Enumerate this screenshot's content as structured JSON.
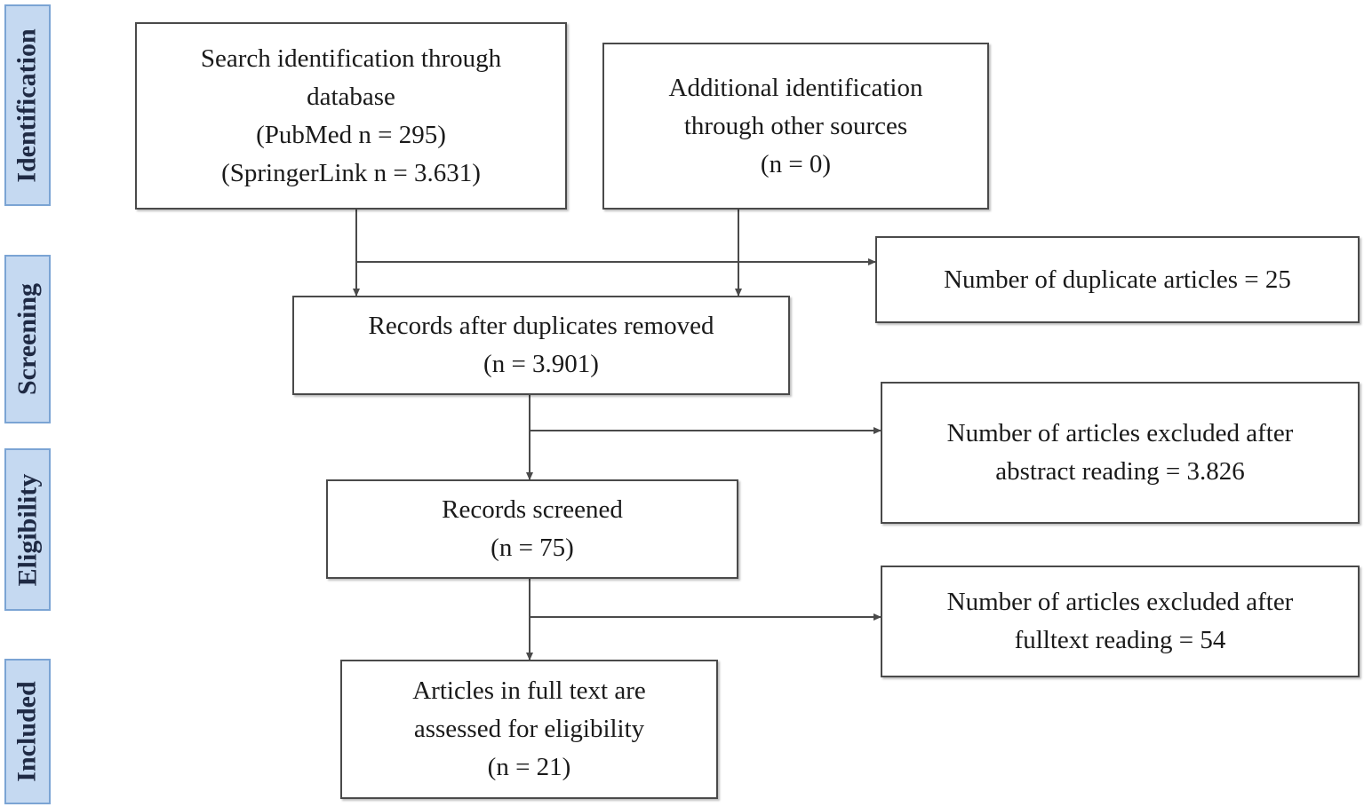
{
  "phases": {
    "identification": "Identification",
    "screening": "Screening",
    "eligibility": "Eligibility",
    "included": "Included"
  },
  "boxes": {
    "database_search": {
      "lines": [
        "Search identification through",
        "database",
        "(PubMed n = 295)",
        "(SpringerLink n = 3.631)"
      ]
    },
    "other_sources": {
      "lines": [
        "Additional identification",
        "through other sources",
        "(n = 0)"
      ]
    },
    "duplicates": {
      "lines": [
        "Number of duplicate articles = 25"
      ]
    },
    "after_duplicates": {
      "lines": [
        "Records after duplicates removed",
        "(n = 3.901)"
      ]
    },
    "excluded_abstract": {
      "lines": [
        "Number of articles excluded after",
        "abstract reading = 3.826"
      ]
    },
    "records_screened": {
      "lines": [
        "Records screened",
        "(n = 75)"
      ]
    },
    "excluded_fulltext": {
      "lines": [
        "Number of articles excluded after",
        "fulltext reading = 54"
      ]
    },
    "full_text_assessed": {
      "lines": [
        "Articles in full text are",
        "assessed for eligibility",
        "(n = 21)"
      ]
    }
  },
  "colors": {
    "phase_fill": "#c5d9f1",
    "phase_border": "#7ba4d4",
    "box_border": "#4a4a4a",
    "connector": "#4a4a4a"
  }
}
